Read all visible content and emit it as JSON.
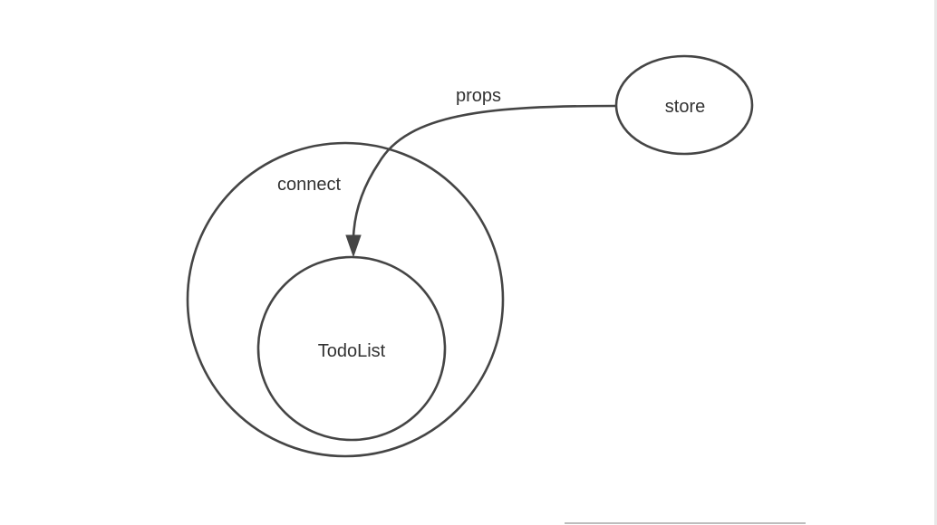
{
  "diagram": {
    "nodes": {
      "store": {
        "label": "store"
      },
      "connect": {
        "label": "connect"
      },
      "todolist": {
        "label": "TodoList"
      }
    },
    "edges": [
      {
        "from": "store",
        "to": "todolist",
        "label": "props"
      }
    ]
  }
}
